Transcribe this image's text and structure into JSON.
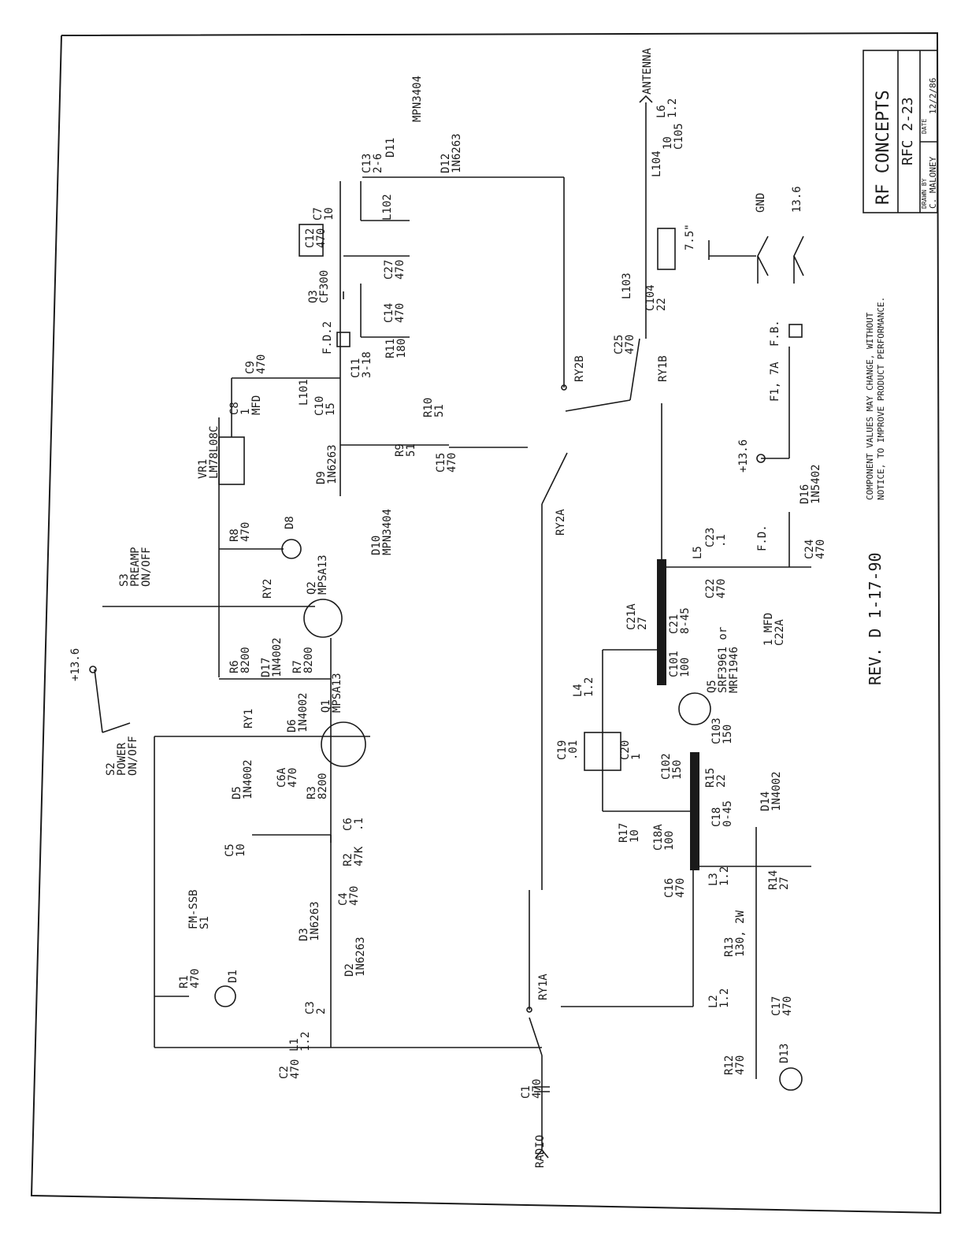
{
  "title_block": {
    "company": "RF CONCEPTS",
    "model": "RFC 2-23",
    "drawn_by_label": "DRAWN BY",
    "drawn_by": "C. MALONEY",
    "date_label": "DATE",
    "date": "12/2/86"
  },
  "revision": "REV. D   1-17-90",
  "notice": [
    "COMPONENT VALUES MAY CHANGE, WITHOUT",
    "NOTICE, TO IMPROVE PRODUCT PERFORMANCE."
  ],
  "components": [
    {
      "id": "C1",
      "text": "C1\n470"
    },
    {
      "id": "RADIO",
      "text": "RADIO"
    },
    {
      "id": "L1",
      "text": "L1\n1.2"
    },
    {
      "id": "C2",
      "text": "C2\n470"
    },
    {
      "id": "C3",
      "text": "C3\n2"
    },
    {
      "id": "R1",
      "text": "R1\n470"
    },
    {
      "id": "D1",
      "text": "D1"
    },
    {
      "id": "D2",
      "text": "D2\n1N6263"
    },
    {
      "id": "D3",
      "text": "D3\n1N6263"
    },
    {
      "id": "C4",
      "text": "C4\n470"
    },
    {
      "id": "R2",
      "text": "R2\n47K"
    },
    {
      "id": "C5",
      "text": "C5\n10"
    },
    {
      "id": "C6",
      "text": "C6\n.1"
    },
    {
      "id": "S1",
      "text": "FM-SSB\nS1"
    },
    {
      "id": "R3",
      "text": "R3\n8200"
    },
    {
      "id": "C6A",
      "text": "C6A\n470"
    },
    {
      "id": "D5",
      "text": "D5\n1N4002"
    },
    {
      "id": "RY1",
      "text": "RY1"
    },
    {
      "id": "S2",
      "text": "S2\nPOWER\nON/OFF"
    },
    {
      "id": "D6",
      "text": "D6\n1N4002"
    },
    {
      "id": "Q1",
      "text": "Q1\nMPSA13"
    },
    {
      "id": "R6",
      "text": "R6\n8200"
    },
    {
      "id": "R7",
      "text": "R7\n8200"
    },
    {
      "id": "D17",
      "text": "D17\n1N4002"
    },
    {
      "id": "RY2",
      "text": "RY2"
    },
    {
      "id": "Q2",
      "text": "Q2\nMPSA13"
    },
    {
      "id": "S3",
      "text": "S3\nPREAMP\nON/OFF"
    },
    {
      "id": "P136a",
      "text": "+13.6"
    },
    {
      "id": "R8",
      "text": "R8\n470"
    },
    {
      "id": "D8",
      "text": "D8"
    },
    {
      "id": "VR1",
      "text": "VR1\nLM78L08C"
    },
    {
      "id": "C8",
      "text": "C8\n1\nMFD"
    },
    {
      "id": "C9",
      "text": "C9\n470"
    },
    {
      "id": "L101",
      "text": "L101"
    },
    {
      "id": "C10",
      "text": "C10\n15"
    },
    {
      "id": "C11",
      "text": "C11\n3-18"
    },
    {
      "id": "FD2",
      "text": "F.D.2"
    },
    {
      "id": "D9",
      "text": "D9\n1N6263"
    },
    {
      "id": "D10",
      "text": "D10\nMPN3404"
    },
    {
      "id": "R9",
      "text": "R9\n51"
    },
    {
      "id": "R10",
      "text": "R10\n51"
    },
    {
      "id": "C15",
      "text": "C15\n470"
    },
    {
      "id": "Q3",
      "text": "Q3\nCF300"
    },
    {
      "id": "C14",
      "text": "C14\n470"
    },
    {
      "id": "R11",
      "text": "R11\n180"
    },
    {
      "id": "C27",
      "text": "C27\n470"
    },
    {
      "id": "C12",
      "text": "C12\n470"
    },
    {
      "id": "C7",
      "text": "C7\n10"
    },
    {
      "id": "L102",
      "text": "L102"
    },
    {
      "id": "C13",
      "text": "C13\n2-6"
    },
    {
      "id": "D11",
      "text": "D11"
    },
    {
      "id": "MPN3404",
      "text": "MPN3404"
    },
    {
      "id": "D12",
      "text": "D12\n1N6263"
    },
    {
      "id": "RY2B",
      "text": "RY2B"
    },
    {
      "id": "RY2A",
      "text": "RY2A"
    },
    {
      "id": "RY1A",
      "text": "RY1A"
    },
    {
      "id": "RY1B",
      "text": "RY1B"
    },
    {
      "id": "C25",
      "text": "C25\n470"
    },
    {
      "id": "L103",
      "text": "L103"
    },
    {
      "id": "C104",
      "text": "C104\n22"
    },
    {
      "id": "COAX",
      "text": "7.5\""
    },
    {
      "id": "L104",
      "text": "L104"
    },
    {
      "id": "C105",
      "text": "10\nC105"
    },
    {
      "id": "L6",
      "text": "L6\n1.2"
    },
    {
      "id": "ANT",
      "text": "ANTENNA"
    },
    {
      "id": "GND",
      "text": "GND"
    },
    {
      "id": "P136b",
      "text": "13.6"
    },
    {
      "id": "FB",
      "text": "F.B."
    },
    {
      "id": "F1",
      "text": "F1, 7A"
    },
    {
      "id": "P136c",
      "text": "+13.6"
    },
    {
      "id": "D16",
      "text": "D16\n1N5402"
    },
    {
      "id": "C24",
      "text": "C24\n470"
    },
    {
      "id": "FD",
      "text": "F.D."
    },
    {
      "id": "C23",
      "text": "C23\n.1"
    },
    {
      "id": "L5",
      "text": "L5"
    },
    {
      "id": "C22",
      "text": "C22\n470"
    },
    {
      "id": "C22A",
      "text": "1 MFD\nC22A"
    },
    {
      "id": "C21A",
      "text": "C21A\n27"
    },
    {
      "id": "C21",
      "text": "C21\n8-45"
    },
    {
      "id": "C101",
      "text": "C101\n100"
    },
    {
      "id": "Q5",
      "text": "Q5\nSRF3961 or\nMRF1946"
    },
    {
      "id": "L4",
      "text": "L4\n1.2"
    },
    {
      "id": "C19",
      "text": "C19\n.01"
    },
    {
      "id": "C20",
      "text": "C20\n1"
    },
    {
      "id": "C102",
      "text": "C102\n150"
    },
    {
      "id": "C103",
      "text": "C103\n150"
    },
    {
      "id": "R15",
      "text": "R15\n22"
    },
    {
      "id": "R17",
      "text": "R17\n10"
    },
    {
      "id": "C18A",
      "text": "C18A\n100"
    },
    {
      "id": "C18",
      "text": "C18\n0-45"
    },
    {
      "id": "D14",
      "text": "D14\n1N4002"
    },
    {
      "id": "C16",
      "text": "C16\n470"
    },
    {
      "id": "L3",
      "text": "L3\n1.2"
    },
    {
      "id": "R14",
      "text": "R14\n27"
    },
    {
      "id": "R13",
      "text": "R13\n130, 2W"
    },
    {
      "id": "L2",
      "text": "L2\n1.2"
    },
    {
      "id": "C17",
      "text": "C17\n470"
    },
    {
      "id": "R12",
      "text": "R12\n470"
    },
    {
      "id": "D13",
      "text": "D13"
    }
  ]
}
